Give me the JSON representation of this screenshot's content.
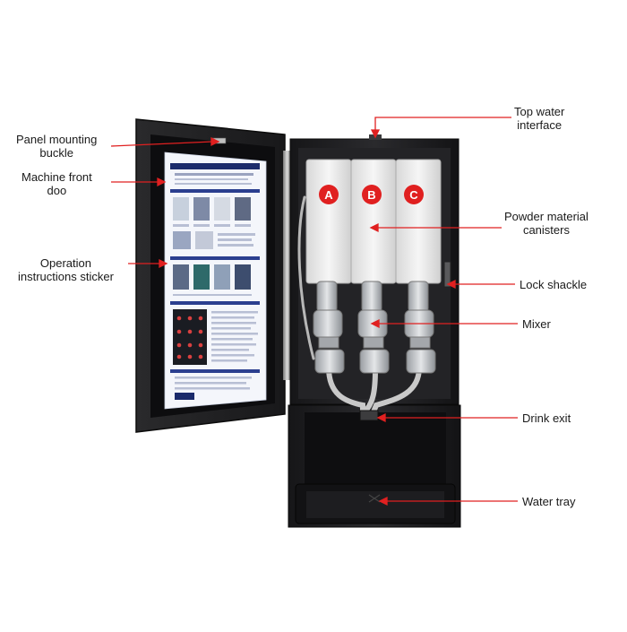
{
  "callouts": {
    "panel_mounting_buckle": "Panel mounting\nbuckle",
    "machine_front_door": "Machine front\ndoo",
    "operation_instructions_sticker": "Operation\ninstructions sticker",
    "top_water_interface": "Top water\ninterface",
    "powder_material_canisters": "Powder material\ncanisters",
    "lock_shackle": "Lock shackle",
    "mixer": "Mixer",
    "drink_exit": "Drink exit",
    "water_tray": "Water tray"
  },
  "canisters": [
    "A",
    "B",
    "C"
  ],
  "colors": {
    "accent_red": "#e02020",
    "machine_body": "#1e1e20",
    "canister": "#eeeeee",
    "sticker_blue": "#1b2b6b"
  }
}
